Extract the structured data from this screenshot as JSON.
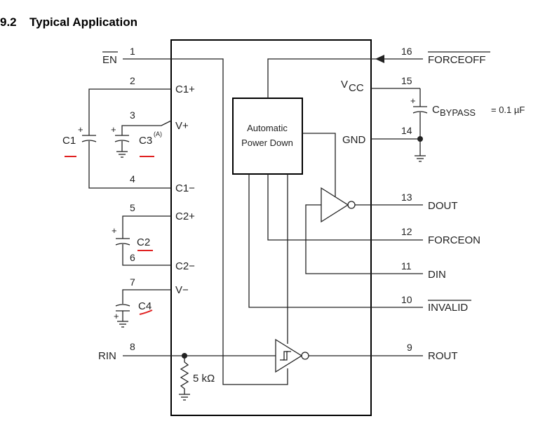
{
  "section": {
    "number": "9.2",
    "title": "Typical Application"
  },
  "block": {
    "line1": "Automatic",
    "line2": "Power Down"
  },
  "left_signals": {
    "en": "EN",
    "rin": "RIN"
  },
  "right_signals": {
    "forceoff": "FORCEOFF",
    "vcc": "V",
    "vcc_sub": "CC",
    "gnd": "GND",
    "dout": "DOUT",
    "forceon": "FORCEON",
    "din": "DIN",
    "invalid": "INVALID",
    "rout": "ROUT"
  },
  "chip_pins": {
    "c1p": "C1+",
    "vp": "V+",
    "c1m": "C1−",
    "c2p": "C2+",
    "c2m": "C2−",
    "vm": "V−"
  },
  "pin_numbers": {
    "p1": "1",
    "p2": "2",
    "p3": "3",
    "p4": "4",
    "p5": "5",
    "p6": "6",
    "p7": "7",
    "p8": "8",
    "p9": "9",
    "p10": "10",
    "p11": "11",
    "p12": "12",
    "p13": "13",
    "p14": "14",
    "p15": "15",
    "p16": "16"
  },
  "components": {
    "c1": "C1",
    "c2": "C2",
    "c3": "C3",
    "c3_note": "(A)",
    "c4": "C4",
    "cbypass_main": "C",
    "cbypass_sub": "BYPASS",
    "cbypass_value": "= 0.1 µF",
    "resistor": "5 kΩ",
    "plus": "+"
  }
}
